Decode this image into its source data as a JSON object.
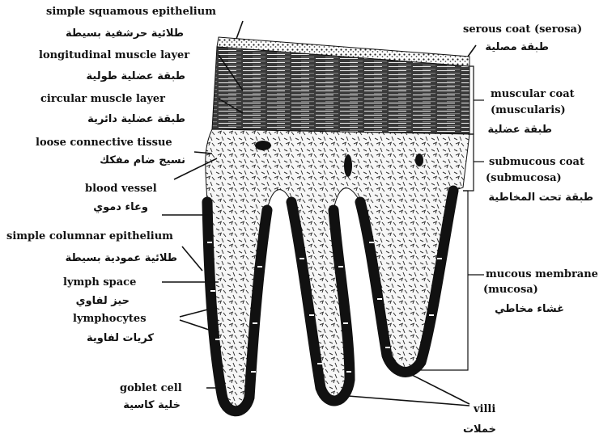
{
  "labels": {
    "simple_squamous": {
      "en": "simple squamous epithelium",
      "ar": "طلائية حرشفية بسيطة"
    },
    "longitudinal_muscle": {
      "en": "longitudinal muscle layer",
      "ar": "طبقة عضلية طولية"
    },
    "circular_muscle": {
      "en": "circular muscle layer",
      "ar": "طبقة عضلية دائرية"
    },
    "loose_connective": {
      "en": "loose connective tissue",
      "ar": "نسيج ضام مفكك"
    },
    "blood_vessel": {
      "en": "blood vessel",
      "ar": "وعاء دموي"
    },
    "simple_columnar": {
      "en": "simple columnar epithelium",
      "ar": "طلائية عمودية بسيطة"
    },
    "lymph_space": {
      "en": "lymph space",
      "ar": "حيز لفاوي"
    },
    "lymphocytes": {
      "en": "lymphocytes",
      "ar": "كريات لفاوية"
    },
    "goblet_cell": {
      "en": "goblet cell",
      "ar": "خلية كاسية"
    },
    "villi": {
      "en": "villi",
      "ar": "خملات"
    },
    "serous_coat": {
      "en": "serous coat (serosa)",
      "ar": "طبقة مصلية"
    },
    "muscular_coat": {
      "en1": "muscular coat",
      "en2": "(muscularis)",
      "ar": "طبقة عضلية"
    },
    "submucous_coat": {
      "en1": "submucous coat",
      "en2": "(submucosa)",
      "ar": "طبقة تحت المخاطية"
    },
    "mucous_membrane": {
      "en1": "mucous membrane",
      "en2": "(mucosa)",
      "ar": "غشاء مخاطي"
    }
  },
  "colors": {
    "ink": "#111111",
    "paper": "#ffffff",
    "tissue": "#d8d8d8"
  }
}
